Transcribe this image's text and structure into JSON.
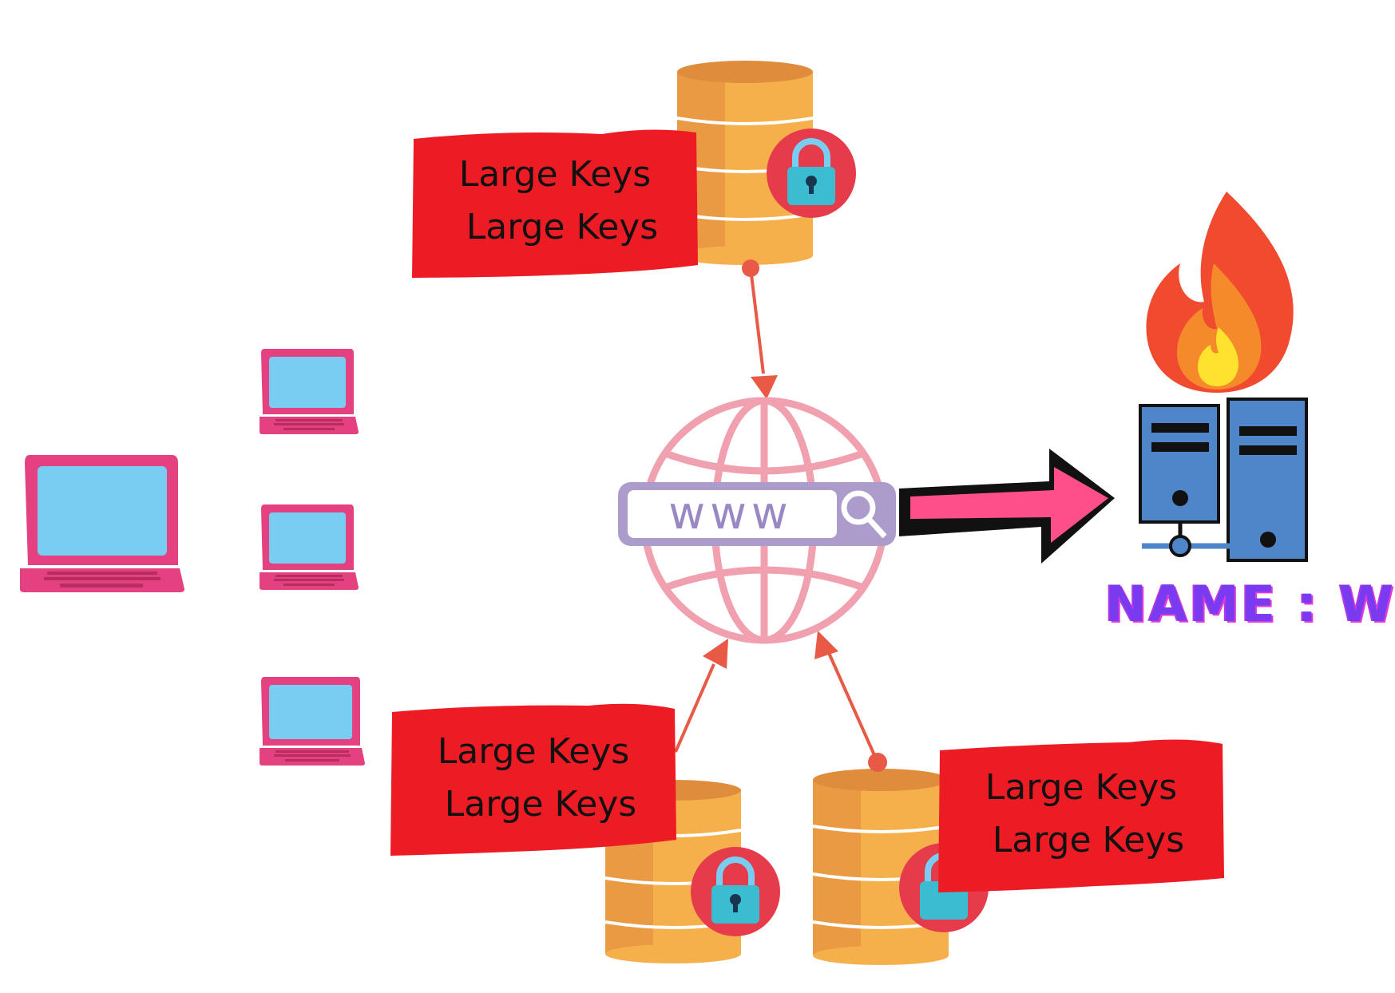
{
  "diagram": {
    "labels": [
      {
        "line1": "Large Keys",
        "line2": "Large Keys"
      },
      {
        "line1": "Large Keys",
        "line2": "Large Keys"
      },
      {
        "line1": "Large Keys",
        "line2": "Large Keys"
      }
    ],
    "search_bar": {
      "text": "www"
    },
    "server": {
      "name": "NAME : W"
    },
    "colors": {
      "label_bg": "#ed1c24",
      "db_light": "#f6b04b",
      "db_dark": "#e99a42",
      "lock_circle": "#e63b4b",
      "lock_body": "#3bbcd0",
      "laptop_body": "#e3417f",
      "laptop_screen": "#79cdf2",
      "globe": "#f0a0ae",
      "search_bar": "#ab9ccb",
      "arrow_fill": "#ff4f8b",
      "server": "#4f86c9",
      "flame_outer": "#f04a2f",
      "flame_mid": "#f58a2b",
      "flame_inner": "#ffe22e",
      "connector": "#e85a45",
      "name_text": "#7a3bf0"
    },
    "icons": [
      "laptop-icon",
      "database-icon",
      "lock-icon",
      "globe-icon",
      "search-icon",
      "arrow-icon",
      "server-icon",
      "flame-icon"
    ]
  }
}
